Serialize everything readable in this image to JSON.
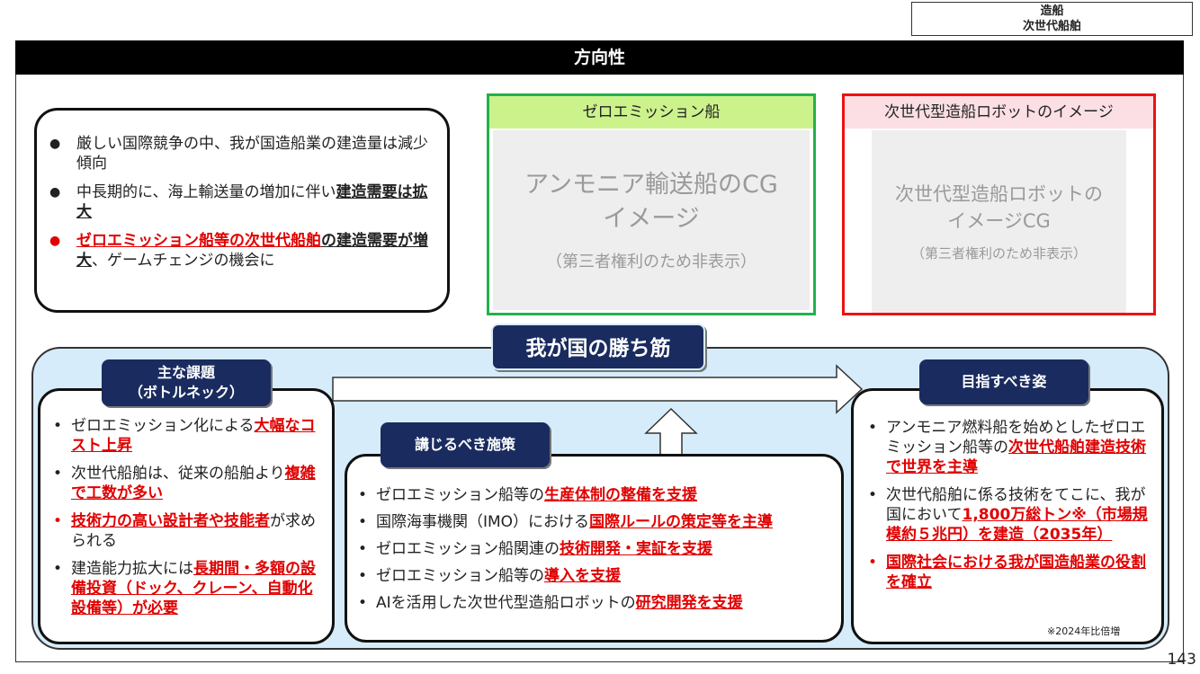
{
  "tag": {
    "line1": "造船",
    "line2": "次世代船舶"
  },
  "header": {
    "title": "方向性"
  },
  "page_number": "143",
  "direction": {
    "items": [
      {
        "t1": "厳しい国際競争の中、我が国造船業の建造量は減少傾向"
      },
      {
        "t1": "中長期的に、海上輸送量の増加に伴い",
        "t2": "建造需要は拡大"
      },
      {
        "t1": "ゼロエミッション船等の次世代船舶",
        "t2": "の建造需要が増大",
        "t3": "、ゲームチェンジの機会に"
      }
    ]
  },
  "green_box": {
    "caption": "ゼロエミッション船",
    "placeholder_title": "アンモニア輸送船のCGイメージ",
    "placeholder_note": "（第三者権利のため非表示）"
  },
  "red_box": {
    "caption": "次世代型造船ロボットのイメージ",
    "placeholder_title": "次世代型造船ロボットのイメージCG",
    "placeholder_note": "（第三者権利のため非表示）"
  },
  "winning_path": "我が国の勝ち筋",
  "issues": {
    "label_line1": "主な課題",
    "label_line2": "（ボトルネック）",
    "items": [
      {
        "t1": "ゼロエミッション化による",
        "t2": "大幅なコスト上昇"
      },
      {
        "t1": "次世代船舶は、従来の船舶より",
        "t2": "複雑で工数が多い"
      },
      {
        "t1": "技術力の高い設計者や技能者",
        "t2": "が求められる"
      },
      {
        "t1": "建造能力拡大には",
        "t2": "長期間・多額の設備投資（ドック、クレーン、自動化設備等）が必要"
      }
    ]
  },
  "measures": {
    "label": "講じるべき施策",
    "items": [
      {
        "t1": "ゼロエミッション船等の",
        "t2": "生産体制の整備を支援"
      },
      {
        "t1": "国際海事機関（IMO）における",
        "t2": "国際ルールの策定等を主導"
      },
      {
        "t1": "ゼロエミッション船関連の",
        "t2": "技術開発・実証を支援"
      },
      {
        "t1": "ゼロエミッション船等の",
        "t2": "導入を支援"
      },
      {
        "t1": "AIを活用した次世代型造船ロボットの",
        "t2": "研究開発を支援"
      }
    ]
  },
  "goal": {
    "label": "目指すべき姿",
    "items": [
      {
        "t1": "アンモニア燃料船を始めとしたゼロエミッション船等の",
        "t2": "次世代船舶建造技術で世界を主導"
      },
      {
        "t1": "次世代船舶に係る技術をてこに、我が国において",
        "t2": "1,800万総トン※（市場規模約５兆円）を建造（2035年）"
      },
      {
        "t1": "国際社会における我が国造船業の役割を確立"
      }
    ],
    "note": "※2024年比倍増"
  }
}
